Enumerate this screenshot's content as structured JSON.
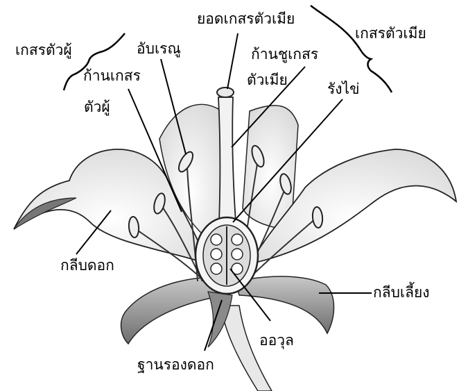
{
  "labels": {
    "stigma": "ยอดเกสรตัวเมีย",
    "pistil": "เกสรตัวเมีย",
    "stamen": "เกสรตัวผู้",
    "anther": "อับเรณู",
    "style_line1": "ก้านชูเกสร",
    "style_line2": "ตัวเมีย",
    "filament_line1": "ก้านเกสร",
    "filament_line2": "ตัวผู้",
    "ovary": "รังไข่",
    "petal": "กลีบดอก",
    "sepal": "กลีบเลี้ยง",
    "ovule": "ออวุล",
    "receptacle": "ฐานรองดอก"
  },
  "colors": {
    "ink": "#1a1a1a",
    "petal_fill": "#f7f7f7",
    "sepal_fill": "#9a9a9a",
    "stem_fill": "#e8e8e8"
  }
}
